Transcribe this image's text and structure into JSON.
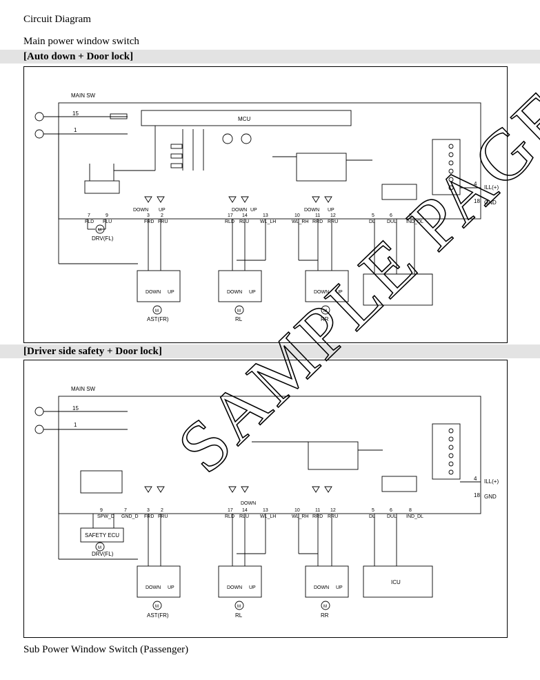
{
  "page": {
    "heading": "Circuit Diagram",
    "subheading": "Main power window switch",
    "section1_title": "[Auto down + Door lock]",
    "section2_title": "[Driver side safety + Door lock]",
    "footer": "Sub Power Window Switch (Passenger)",
    "watermark": "SAMPLE PAGE"
  },
  "diagram1": {
    "main_sw": "MAIN SW",
    "mcu": "MCU",
    "conn_a": "15",
    "conn_b": "1",
    "ill": "ILL(+)",
    "gnd": "GND",
    "pin_ill": "4",
    "pin_gnd": "18",
    "pins": [
      {
        "num": "7",
        "label": "FLD"
      },
      {
        "num": "9",
        "label": "FLU"
      },
      {
        "num": "3",
        "label": "FRD"
      },
      {
        "num": "2",
        "label": "FRU"
      },
      {
        "num": "17",
        "label": "RLD"
      },
      {
        "num": "14",
        "label": "RLU"
      },
      {
        "num": "13",
        "label": "WL_LH"
      },
      {
        "num": "10",
        "label": "WL_RH"
      },
      {
        "num": "11",
        "label": "RRD"
      },
      {
        "num": "12",
        "label": "RRU"
      },
      {
        "num": "5",
        "label": "DL"
      },
      {
        "num": "6",
        "label": "DUL"
      },
      {
        "num": "8",
        "label": "IND_DL"
      }
    ],
    "drv": "DRV(FL)",
    "down": "DOWN",
    "up": "UP",
    "motors": [
      "AST(FR)",
      "RL",
      "RR"
    ],
    "motor_glyph": "M"
  },
  "diagram2": {
    "main_sw": "MAIN SW",
    "conn_a": "15",
    "conn_b": "1",
    "ill": "ILL(+)",
    "gnd": "GND",
    "pin_ill": "4",
    "pin_gnd": "18",
    "pins": [
      {
        "num": "9",
        "label": "SPW_D"
      },
      {
        "num": "7",
        "label": "GND_D"
      },
      {
        "num": "3",
        "label": "FRD"
      },
      {
        "num": "2",
        "label": "FRU"
      },
      {
        "num": "17",
        "label": "RLD"
      },
      {
        "num": "14",
        "label": "RLU"
      },
      {
        "num": "13",
        "label": "WL_LH"
      },
      {
        "num": "10",
        "label": "WL_RH"
      },
      {
        "num": "11",
        "label": "RRD"
      },
      {
        "num": "12",
        "label": "RRU"
      },
      {
        "num": "5",
        "label": "DL"
      },
      {
        "num": "6",
        "label": "DUL"
      },
      {
        "num": "8",
        "label": "IND_DL"
      }
    ],
    "safety": "SAFETY ECU",
    "drv": "DRV(FL)",
    "down": "DOWN",
    "up": "UP",
    "motors": [
      "AST(FR)",
      "RL",
      "RR"
    ],
    "icu": "ICU",
    "motor_glyph": "M"
  }
}
